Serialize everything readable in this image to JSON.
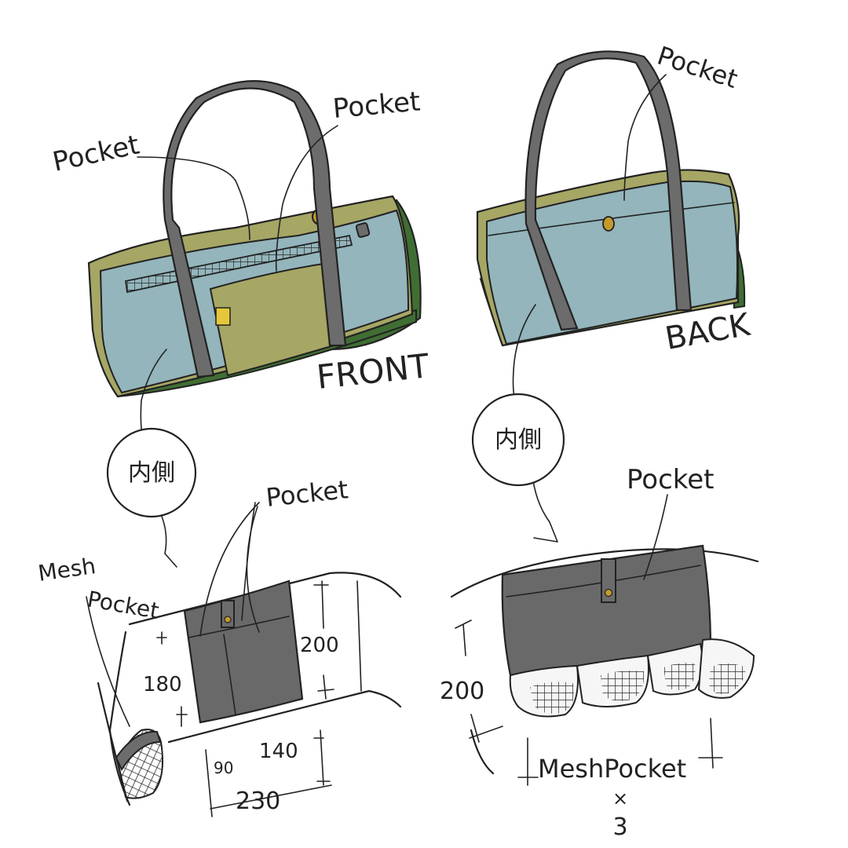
{
  "colors": {
    "ink": "#222222",
    "body_blue": "#93b5bb",
    "trim_olive": "#a6a665",
    "end_green": "#3f6e33",
    "handle_gray": "#6c6c6c",
    "lining_gray": "#696969",
    "buckle_yellow": "#e4c83a",
    "snap_gold": "#c49a2c",
    "mesh_dark": "#3a3a3a"
  },
  "front": {
    "label_front": "FRONT",
    "label_pocket_left": "Pocket",
    "label_pocket_right": "Pocket",
    "label_inside": "内側"
  },
  "back": {
    "label_back": "BACK",
    "label_pocket": "Pocket",
    "label_inside": "内側"
  },
  "inside_left": {
    "label_mesh_1": "Mesh",
    "label_mesh_2": "Pocket",
    "label_pocket": "Pocket",
    "dim_height_left": "180",
    "dim_height_right": "200",
    "dim_width_small": "90",
    "dim_width_mid": "140",
    "dim_width_total": "230"
  },
  "inside_right": {
    "label_pocket": "Pocket",
    "dim_height": "200",
    "label_mesh": "MeshPocket",
    "label_mesh_count_symbol": "×",
    "label_mesh_count": "3"
  }
}
